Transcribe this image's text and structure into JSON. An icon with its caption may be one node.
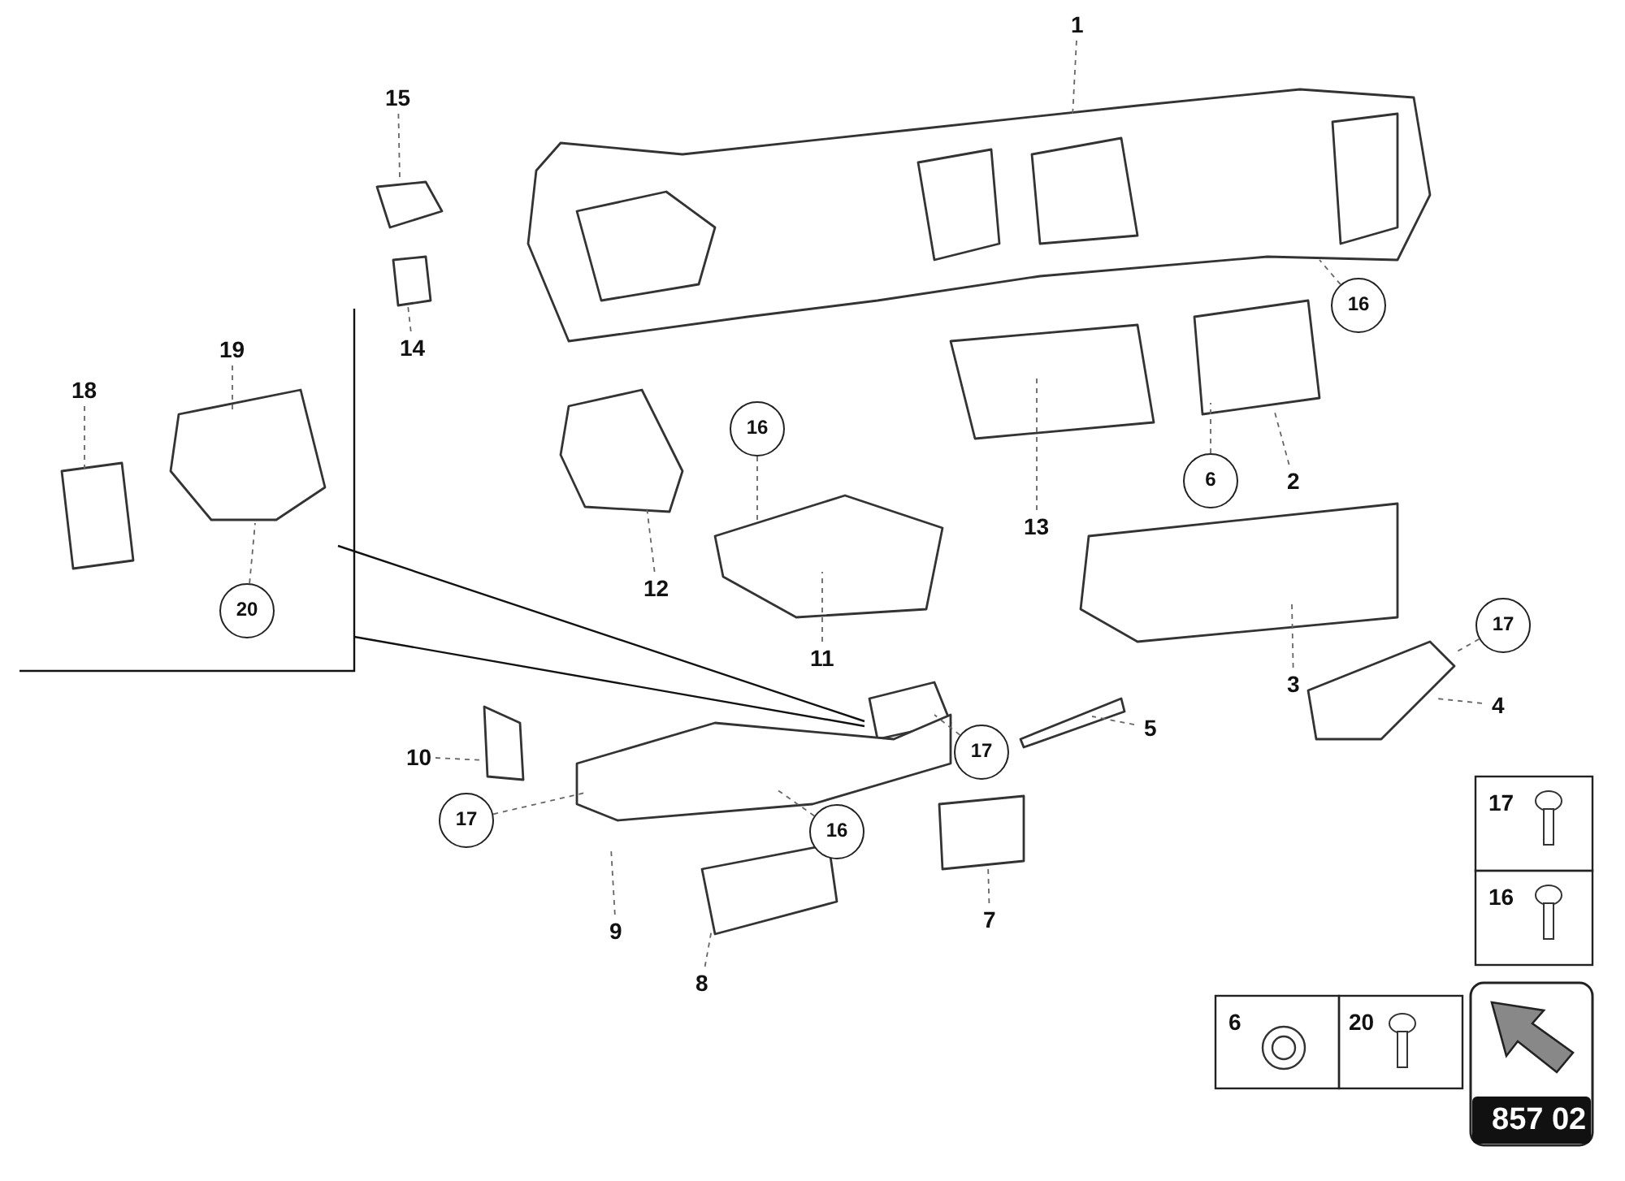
{
  "diagram": {
    "nodes": [
      {
        "text": [
          "1"
        ]
      },
      {
        "text": [
          "15"
        ]
      },
      {
        "text": [
          "19"
        ]
      },
      {
        "text": [
          "18"
        ]
      },
      {
        "text": [
          "14"
        ]
      },
      {
        "text": [
          "16"
        ]
      },
      {
        "text": [
          "16"
        ]
      },
      {
        "text": [
          "6"
        ]
      },
      {
        "text": [
          "2"
        ]
      },
      {
        "text": [
          "13"
        ]
      },
      {
        "text": [
          "12"
        ]
      },
      {
        "text": [
          "20"
        ]
      },
      {
        "text": [
          "11"
        ]
      },
      {
        "text": [
          "17"
        ]
      },
      {
        "text": [
          "3"
        ]
      },
      {
        "text": [
          "4"
        ]
      },
      {
        "text": [
          "5"
        ]
      },
      {
        "text": [
          "10"
        ]
      },
      {
        "text": [
          "17"
        ]
      },
      {
        "text": [
          "17"
        ]
      },
      {
        "text": [
          "16"
        ]
      },
      {
        "text": [
          "9"
        ]
      },
      {
        "text": [
          "7"
        ]
      },
      {
        "text": [
          "8"
        ]
      }
    ],
    "edges": [
      {
        "from": 0,
        "to": null,
        "arrow": "none"
      },
      {
        "from": 1,
        "to": null,
        "arrow": "none"
      },
      {
        "from": 2,
        "to": null,
        "arrow": "none"
      },
      {
        "from": 3,
        "to": null,
        "arrow": "none"
      },
      {
        "from": 4,
        "to": null,
        "arrow": "none"
      },
      {
        "from": 5,
        "to": null,
        "arrow": "none"
      },
      {
        "from": 6,
        "to": null,
        "arrow": "none"
      },
      {
        "from": 7,
        "to": null,
        "arrow": "none"
      },
      {
        "from": 8,
        "to": null,
        "arrow": "none"
      },
      {
        "from": 9,
        "to": null,
        "arrow": "none"
      },
      {
        "from": 10,
        "to": null,
        "arrow": "none"
      },
      {
        "from": 11,
        "to": null,
        "arrow": "none"
      },
      {
        "from": 12,
        "to": null,
        "arrow": "none"
      },
      {
        "from": 13,
        "to": null,
        "arrow": "none"
      },
      {
        "from": 14,
        "to": null,
        "arrow": "none"
      },
      {
        "from": 15,
        "to": null,
        "arrow": "none"
      },
      {
        "from": 16,
        "to": null,
        "arrow": "none"
      },
      {
        "from": 17,
        "to": null,
        "arrow": "none"
      },
      {
        "from": 18,
        "to": null,
        "arrow": "none"
      },
      {
        "from": 19,
        "to": null,
        "arrow": "none"
      },
      {
        "from": 20,
        "to": null,
        "arrow": "none"
      },
      {
        "from": 21,
        "to": null,
        "arrow": "none"
      },
      {
        "from": 22,
        "to": null,
        "arrow": "none"
      },
      {
        "from": 23,
        "to": null,
        "arrow": "none"
      }
    ],
    "labels": [
      "17",
      "16",
      "6",
      "20",
      "857 02"
    ]
  }
}
